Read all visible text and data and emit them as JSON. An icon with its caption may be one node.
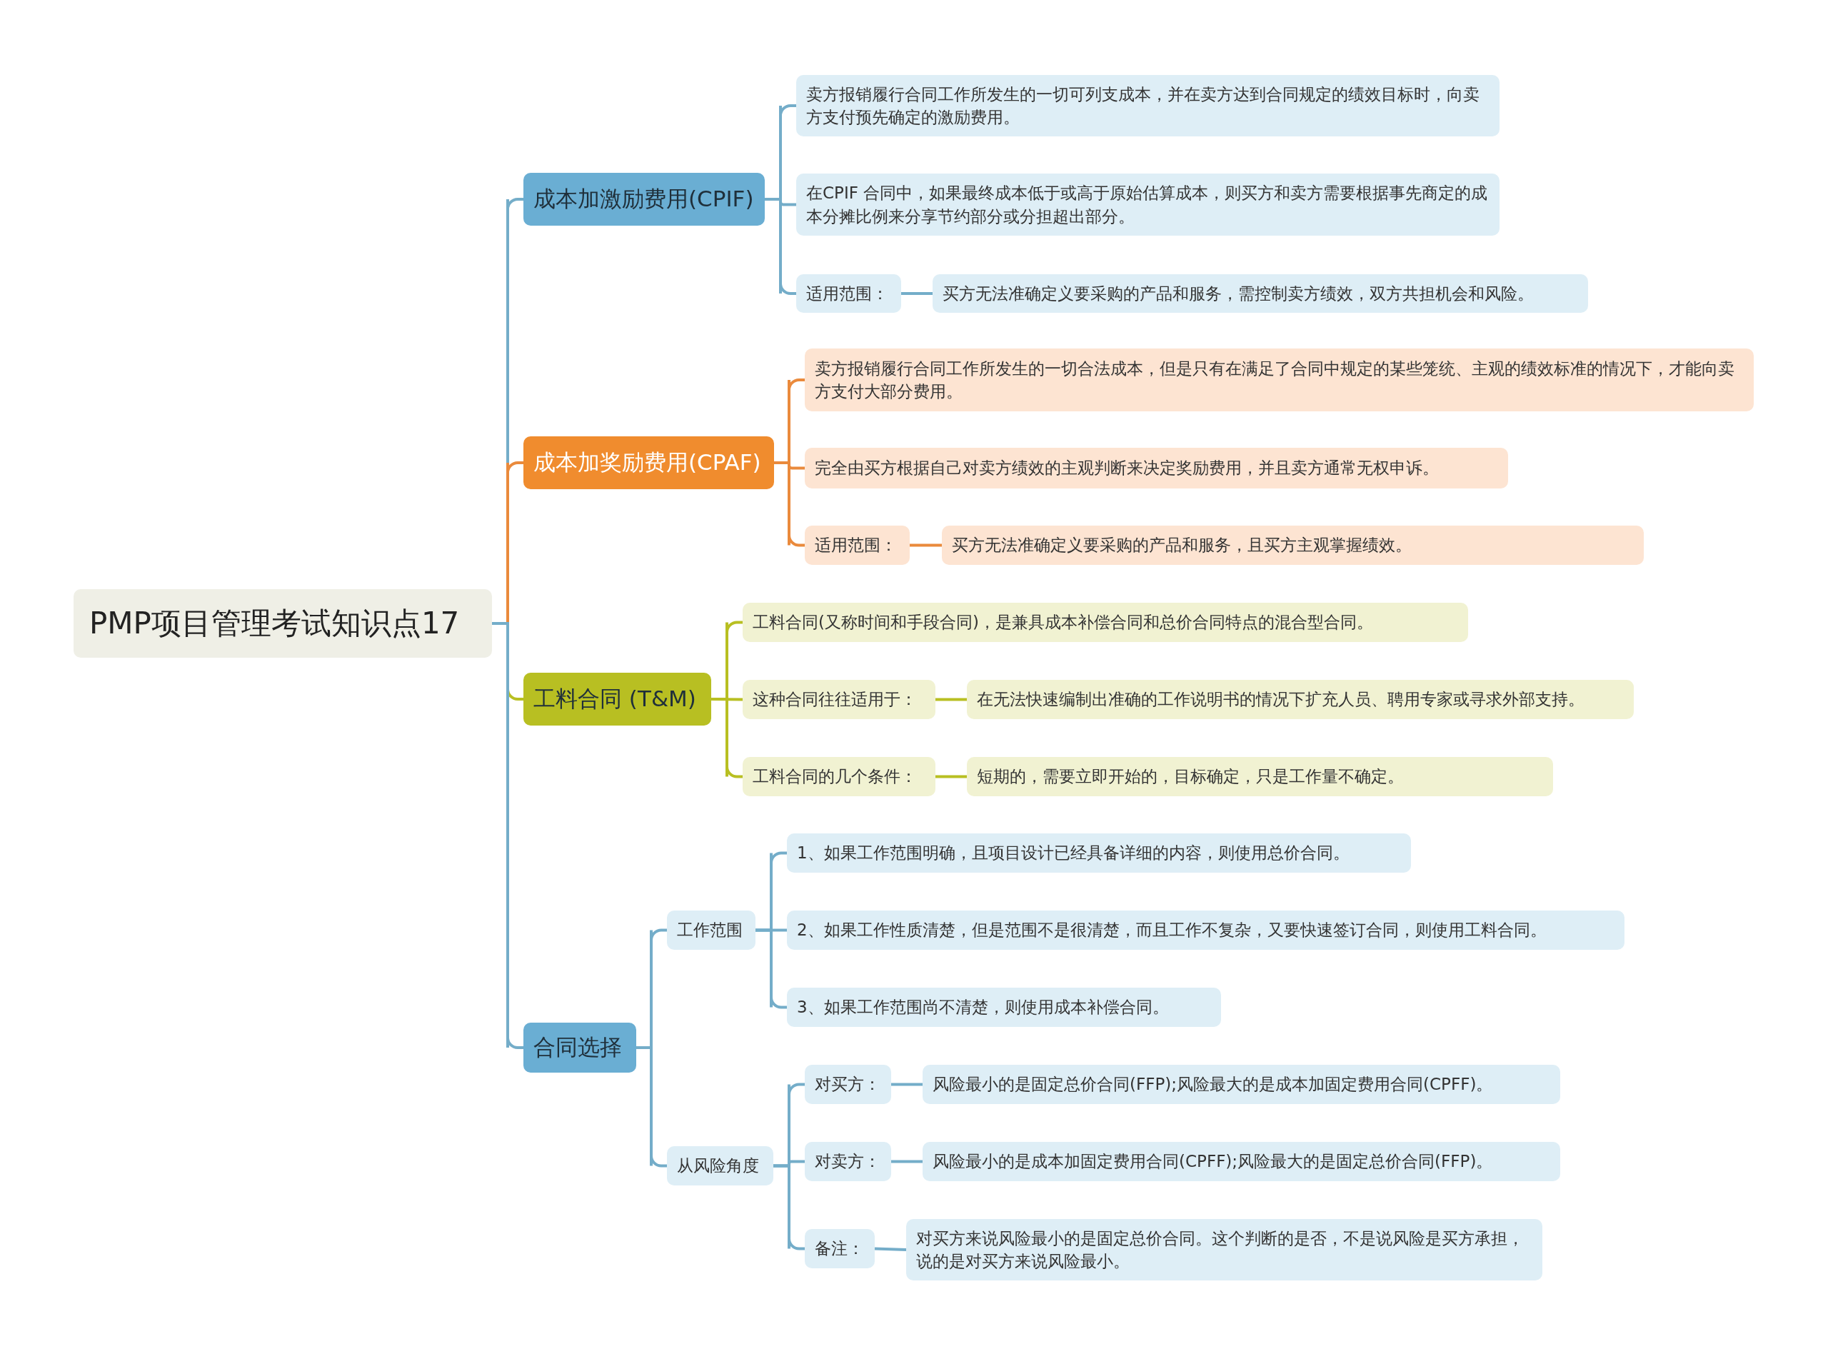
{
  "diagram": {
    "nodes": [
      {
        "text": [
          "PMP项目管理考试知识点17"
        ]
      },
      {
        "text": [
          "成本加激励费用(CPIF)"
        ]
      },
      {
        "text": [
          "卖方报销履行合同工作所发生的一切可列支成本，并在卖方达到合同规定的绩效目标时，向卖方支付预先确定的激励费用。"
        ]
      },
      {
        "text": [
          "在CPIF 合同中，如果最终成本低于或高于原始估算成本，则买方和卖方需要根据事先商定的成本分摊比例来分享节约部分或分担超出部分。"
        ]
      },
      {
        "text": [
          "适用范围："
        ]
      },
      {
        "text": [
          "买方无法准确定义要采购的产品和服务，需控制卖方绩效，双方共担机会和风险。"
        ]
      },
      {
        "text": [
          "成本加奖励费用(CPAF)"
        ]
      },
      {
        "text": [
          "卖方报销履行合同工作所发生的一切合法成本，但是只有在满足了合同中规定的某些笼统、主观的绩效标准的情况下，才能向卖方支付大部分费用。"
        ]
      },
      {
        "text": [
          "完全由买方根据自己对卖方绩效的主观判断来决定奖励费用，并且卖方通常无权申诉。"
        ]
      },
      {
        "text": [
          "适用范围："
        ]
      },
      {
        "text": [
          "买方无法准确定义要采购的产品和服务，且买方主观掌握绩效。"
        ]
      },
      {
        "text": [
          "工料合同 (T&M)"
        ]
      },
      {
        "text": [
          "工料合同(又称时间和手段合同)，是兼具成本补偿合同和总价合同特点的混合型合同。"
        ]
      },
      {
        "text": [
          "这种合同往往适用于："
        ]
      },
      {
        "text": [
          "在无法快速编制出准确的工作说明书的情况下扩充人员、聘用专家或寻求外部支持。"
        ]
      },
      {
        "text": [
          "工料合同的几个条件："
        ]
      },
      {
        "text": [
          "短期的，需要立即开始的，目标确定，只是工作量不确定。"
        ]
      },
      {
        "text": [
          "合同选择"
        ]
      },
      {
        "text": [
          "工作范围"
        ]
      },
      {
        "text": [
          "1、如果工作范围明确，且项目设计已经具备详细的内容，则使用总价合同。"
        ]
      },
      {
        "text": [
          "2、如果工作性质清楚，但是范围不是很清楚，而且工作不复杂，又要快速签订合同，则使用工料合同。"
        ]
      },
      {
        "text": [
          "3、如果工作范围尚不清楚，则使用成本补偿合同。"
        ]
      },
      {
        "text": [
          "从风险角度"
        ]
      },
      {
        "text": [
          "对买方："
        ]
      },
      {
        "text": [
          "风险最小的是固定总价合同(FFP);风险最大的是成本加固定费用合同(CPFF)。"
        ]
      },
      {
        "text": [
          "对卖方："
        ]
      },
      {
        "text": [
          "风险最小的是成本加固定费用合同(CPFF);风险最大的是固定总价合同(FFP)。"
        ]
      },
      {
        "text": [
          "备注："
        ]
      },
      {
        "text": [
          "对买方来说风险最小的是固定总价合同。这个判断的是否，不是说风险是买方承担，说的是对买方来说风险最小。"
        ]
      }
    ],
    "edges": [
      {
        "from": 0,
        "to": 1,
        "arrow": "none"
      },
      {
        "from": 0,
        "to": 6,
        "arrow": "none",
        "color": "#ea8a3c"
      },
      {
        "from": 0,
        "to": 11,
        "arrow": "none",
        "color": "#b8bf22"
      },
      {
        "from": 0,
        "to": 17,
        "arrow": "none"
      },
      {
        "from": 1,
        "to": 2,
        "arrow": "none"
      },
      {
        "from": 1,
        "to": 3,
        "arrow": "none"
      },
      {
        "from": 1,
        "to": 4,
        "arrow": "none"
      },
      {
        "from": 4,
        "to": 5,
        "arrow": "none"
      },
      {
        "from": 6,
        "to": 7,
        "arrow": "none",
        "color": "#ea8a3c"
      },
      {
        "from": 6,
        "to": 8,
        "arrow": "none",
        "color": "#ea8a3c"
      },
      {
        "from": 6,
        "to": 9,
        "arrow": "none",
        "color": "#ea8a3c"
      },
      {
        "from": 9,
        "to": 10,
        "arrow": "none",
        "color": "#ea8a3c"
      },
      {
        "from": 11,
        "to": 12,
        "arrow": "none",
        "color": "#b8bf22"
      },
      {
        "from": 11,
        "to": 13,
        "arrow": "none",
        "color": "#b8bf22"
      },
      {
        "from": 11,
        "to": 15,
        "arrow": "none",
        "color": "#b8bf22"
      },
      {
        "from": 13,
        "to": 14,
        "arrow": "none",
        "color": "#b8bf22"
      },
      {
        "from": 15,
        "to": 16,
        "arrow": "none",
        "color": "#b8bf22"
      },
      {
        "from": 17,
        "to": 18,
        "arrow": "none"
      },
      {
        "from": 17,
        "to": 22,
        "arrow": "none"
      },
      {
        "from": 18,
        "to": 19,
        "arrow": "none"
      },
      {
        "from": 18,
        "to": 20,
        "arrow": "none"
      },
      {
        "from": 18,
        "to": 21,
        "arrow": "none"
      },
      {
        "from": 22,
        "to": 23,
        "arrow": "none"
      },
      {
        "from": 22,
        "to": 25,
        "arrow": "none"
      },
      {
        "from": 22,
        "to": 27,
        "arrow": "none"
      },
      {
        "from": 23,
        "to": 24,
        "arrow": "none"
      },
      {
        "from": 25,
        "to": 26,
        "arrow": "none"
      },
      {
        "from": 27,
        "to": 28,
        "arrow": "none"
      }
    ]
  }
}
